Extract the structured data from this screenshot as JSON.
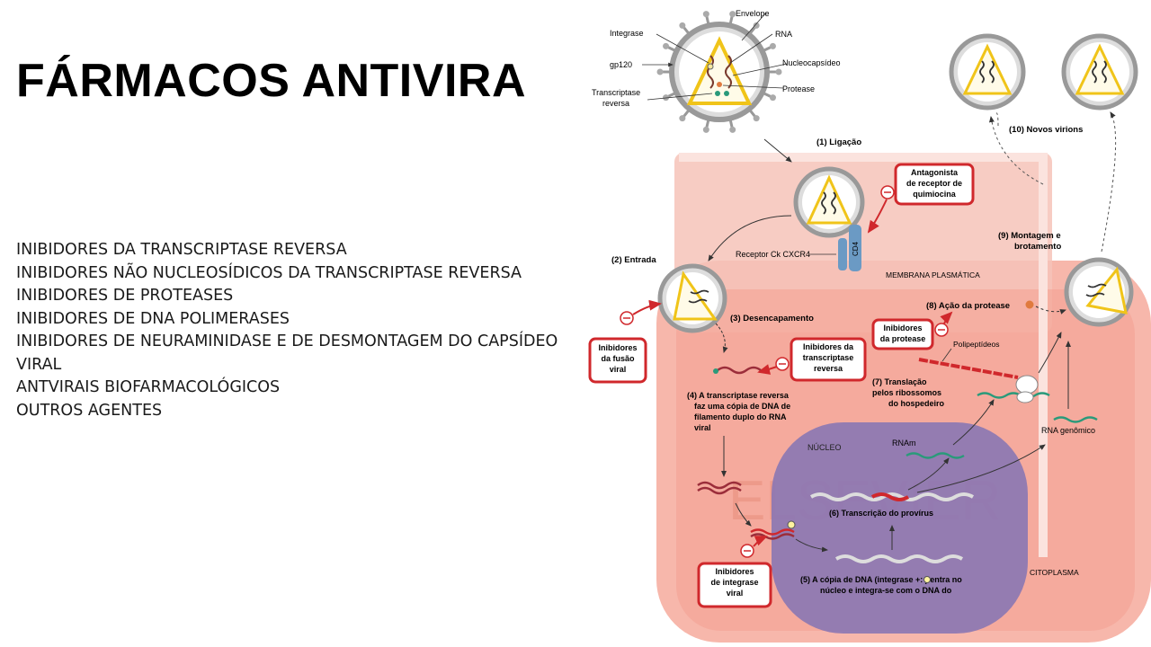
{
  "slide": {
    "title": "FÁRMACOS ANTIVIRA",
    "bullets": [
      "INIBIDORES DA TRANSCRIPTASE REVERSA",
      "INIBIDORES NÃO NUCLEOSÍDICOS DA TRANSCRIPTASE REVERSA",
      "INIBIDORES DE PROTEASES",
      "INIBIDORES DE DNA POLIMERASES",
      "INIBIDORES DE NEURAMINIDASE E DE DESMONTAGEM DO CAPSÍDEO VIRAL",
      "ANTVIRAIS BIOFARMACOLÓGICOS",
      "OUTROS AGENTES"
    ]
  },
  "diagram": {
    "virion_labels": {
      "envelope": "Envelope",
      "integrase": "Integrase",
      "rna": "RNA",
      "gp120": "gp120",
      "nucleocapsid": "Nucleocapsídeo",
      "protease": "Protease",
      "rt_line1": "Transcriptase",
      "rt_line2": "reversa"
    },
    "steps": {
      "s1": "(1) Ligação",
      "s2": "(2) Entrada",
      "s3": "(3) Desencapamento",
      "s4_l1": "(4) A transcriptase reversa",
      "s4_l2": "faz uma cópia de DNA de",
      "s4_l3": "filamento duplo do RNA",
      "s4_l4": "viral",
      "s5_l1": "(5) A cópia de DNA (integrase +:   ) entra no",
      "s5_l2": "núcleo e integra-se com o DNA do",
      "s6": "(6) Transcrição do provírus",
      "s7_l1": "(7) Translação",
      "s7_l2": "pelos ribossomos",
      "s7_l3": "do hospedeiro",
      "s8": "(8) Ação da protease",
      "s9_l1": "(9) Montagem e",
      "s9_l2": "brotamento",
      "s10": "(10) Novos virions"
    },
    "structures": {
      "receptor": "Receptor Ck CXCR4",
      "cd4": "CD4",
      "membrane": "MEMBRANA PLASMÁTICA",
      "polypeptides": "Polipeptídeos",
      "nucleus": "NÚCLEO",
      "mrna": "RNAm",
      "genomic_rna": "RNA genômico",
      "cytoplasm": "CITOPLASMA",
      "watermark": "ELSEVIER"
    },
    "drugs": {
      "chemokine": [
        "Antagonista",
        "de receptor de",
        "quimiocina"
      ],
      "fusion": [
        "Inibidores",
        "da fusão",
        "viral"
      ],
      "rt": [
        "Inibidores da",
        "transcriptase",
        "reversa"
      ],
      "protease": [
        "Inibidores",
        "da protease"
      ],
      "integrase": [
        "Inibidores",
        "de integrase",
        "viral"
      ]
    },
    "colors": {
      "cell": "#f7b7ab",
      "cell_inner": "#f4a192",
      "nucleus": "#8a77b4",
      "drug_border": "#d0282c",
      "capsid": "#f0c419"
    }
  }
}
